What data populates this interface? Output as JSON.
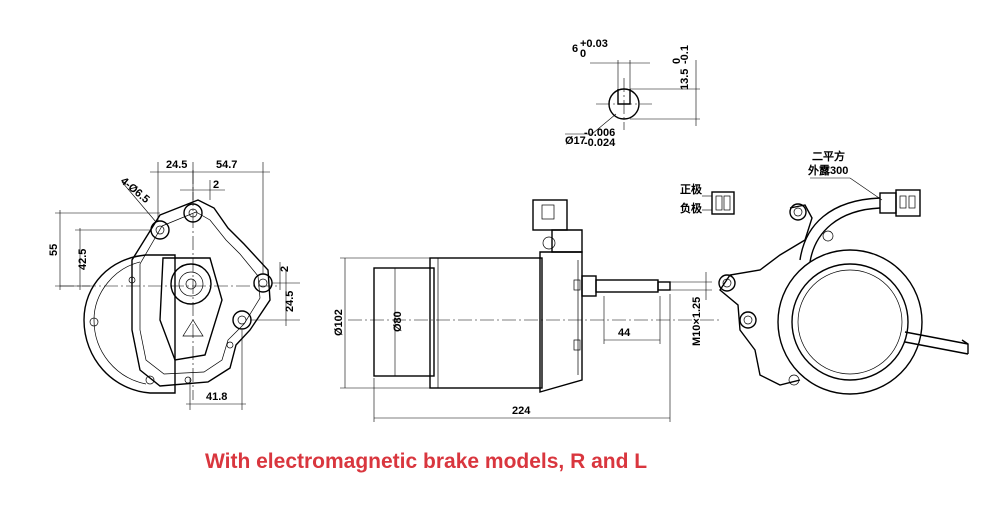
{
  "caption": "With electromagnetic brake models, R and L",
  "colors": {
    "caption": "#d9363e",
    "line": "#000000"
  },
  "detail_shaft": {
    "key_width": "6",
    "key_tol_upper": "+0.03",
    "key_tol_lower": "0",
    "key_depth": "13.5",
    "key_depth_tol": "-0.1",
    "key_depth_tol_zero": "0",
    "shaft_dia": "Ø17",
    "shaft_tol_upper": "-0.006",
    "shaft_tol_lower": "-0.024"
  },
  "front_view": {
    "dim_top_1": "24.5",
    "dim_top_2": "54.7",
    "dim_small": "2",
    "dim_hole": "4-Ø6.5",
    "dim_left_outer": "55",
    "dim_left_inner": "42.5",
    "dim_right_small": "2",
    "dim_right": "24.5",
    "dim_bottom": "41.8"
  },
  "side_view": {
    "dia_outer": "Ø102",
    "dia_inner": "Ø80",
    "shaft_len": "44",
    "thread": "M10×1.25",
    "total_len": "224"
  },
  "connector": {
    "positive": "正极",
    "negative": "负极"
  },
  "rear_view": {
    "cable_note_1": "二平方",
    "cable_note_2": "外露300"
  }
}
